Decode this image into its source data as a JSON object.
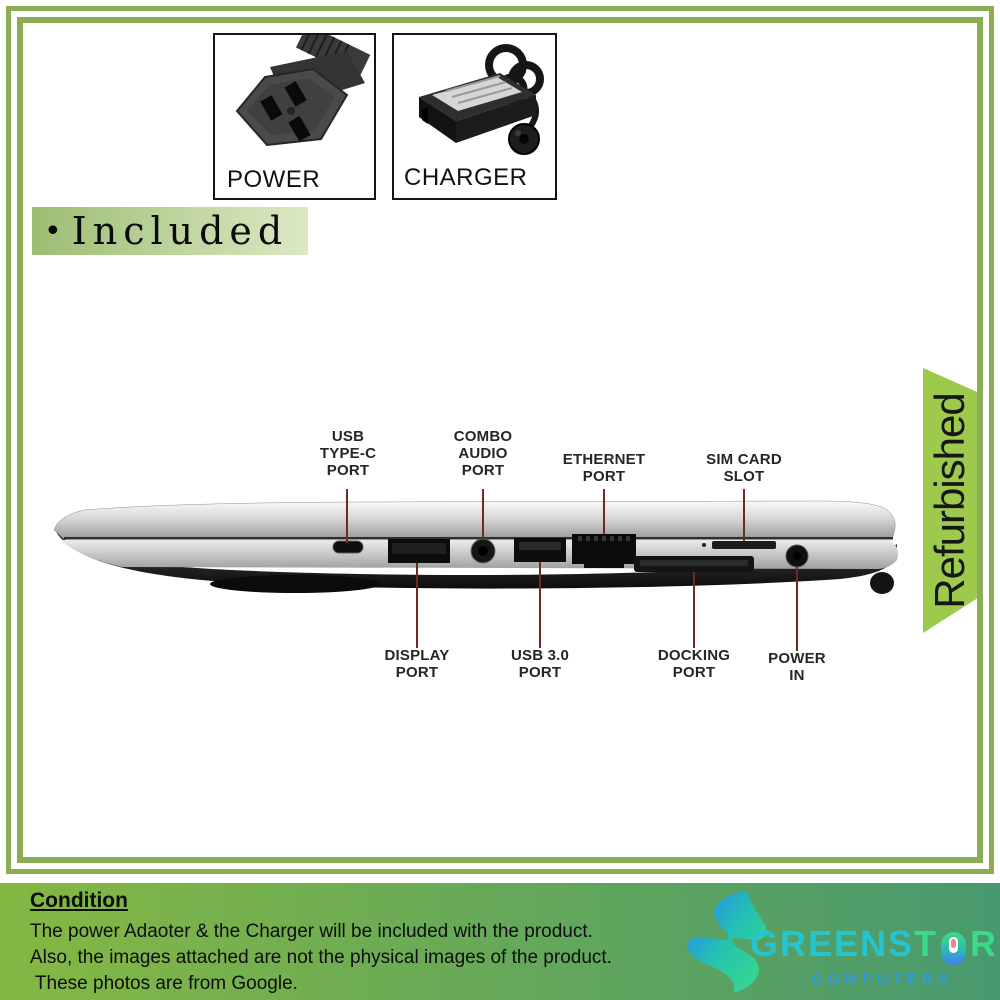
{
  "product_boxes": [
    {
      "label": "POWER"
    },
    {
      "label": "CHARGER"
    }
  ],
  "included": {
    "bullet": "•",
    "label": "Included"
  },
  "ribbon": {
    "label": "Refurbished"
  },
  "laptop_labels": {
    "top": [
      {
        "label": "USB\nTYPE-C\nPORT"
      },
      {
        "label": "COMBO\nAUDIO\nPORT"
      },
      {
        "label": "ETHERNET\nPORT"
      },
      {
        "label": "SIM CARD\nSLOT"
      }
    ],
    "bottom": [
      {
        "label": "DISPLAY\nPORT"
      },
      {
        "label": "USB 3.0\nPORT"
      },
      {
        "label": "DOCKING\nPORT"
      },
      {
        "label": "POWER\nIN"
      }
    ]
  },
  "condition": {
    "heading": "Condition",
    "lines": [
      "The power Adaoter & the Charger will be included with the product.",
      "Also, the images attached are not the physical images of the product.",
      " These photos are from Google."
    ]
  },
  "brand": {
    "wordmark_part1": "GREENS",
    "wordmark_part2": "T",
    "wordmark_part3": "R",
    "subtitle": "COMPUTERS"
  },
  "icons": {
    "logo_mark": "greenstor-bolt-icon",
    "logo_mouse": "computer-mouse-icon"
  },
  "colors": {
    "frame-green": "#8BAD55",
    "included-left": "#9CBD72",
    "included-right": "#DCE9C5",
    "ribbon-green": "#9DC94C",
    "condition-left": "#85B843",
    "condition-right": "#48996F",
    "leader-line": "#6E2B22",
    "brand-teal": "#26C4CE",
    "brand-green": "#3BD98A",
    "brand-blue": "#2F9BDB",
    "label-text": "#262626"
  }
}
